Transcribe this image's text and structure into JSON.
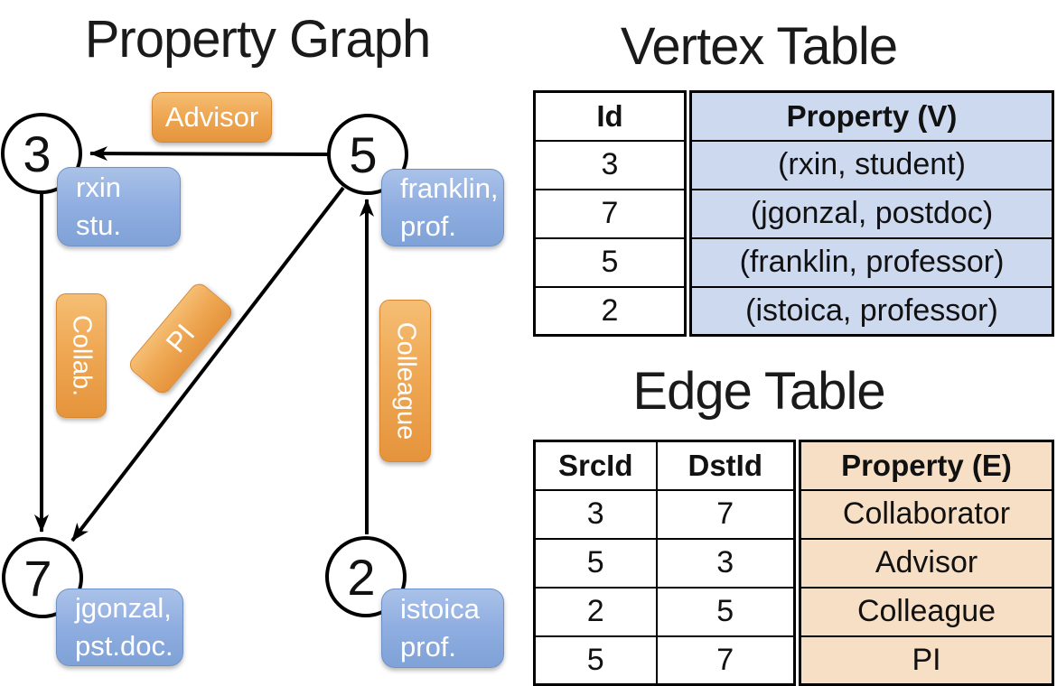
{
  "graph": {
    "title": "Property Graph",
    "nodes": {
      "n3": {
        "id": "3",
        "property_line1": "rxin",
        "property_line2": "stu."
      },
      "n5": {
        "id": "5",
        "property_line1": "franklin,",
        "property_line2": "prof."
      },
      "n7": {
        "id": "7",
        "property_line1": "jgonzal,",
        "property_line2": "pst.doc."
      },
      "n2": {
        "id": "2",
        "property_line1": "istoica",
        "property_line2": "prof."
      }
    },
    "edge_labels": {
      "advisor": "Advisor",
      "collab": "Collab.",
      "pi": "PI",
      "colleague": "Colleague"
    },
    "edges": [
      {
        "src": "5",
        "dst": "3",
        "label": "Advisor"
      },
      {
        "src": "3",
        "dst": "7",
        "label": "Collab."
      },
      {
        "src": "5",
        "dst": "7",
        "label": "PI"
      },
      {
        "src": "2",
        "dst": "5",
        "label": "Colleague"
      }
    ]
  },
  "vertex_table": {
    "title": "Vertex Table",
    "columns": [
      "Id",
      "Property (V)"
    ],
    "rows": [
      [
        "3",
        "(rxin, student)"
      ],
      [
        "7",
        "(jgonzal, postdoc)"
      ],
      [
        "5",
        "(franklin, professor)"
      ],
      [
        "2",
        "(istoica, professor)"
      ]
    ]
  },
  "edge_table": {
    "title": "Edge Table",
    "columns": [
      "SrcId",
      "DstId",
      "Property (E)"
    ],
    "rows": [
      [
        "3",
        "7",
        "Collaborator"
      ],
      [
        "5",
        "3",
        "Advisor"
      ],
      [
        "2",
        "5",
        "Colleague"
      ],
      [
        "5",
        "7",
        "PI"
      ]
    ]
  },
  "colors": {
    "edge_label_orange": "#efa854",
    "node_property_blue": "#8fade0",
    "vertex_property_bg": "#cdd9ef",
    "edge_property_bg": "#f6dfc4",
    "line_black": "#000000"
  }
}
